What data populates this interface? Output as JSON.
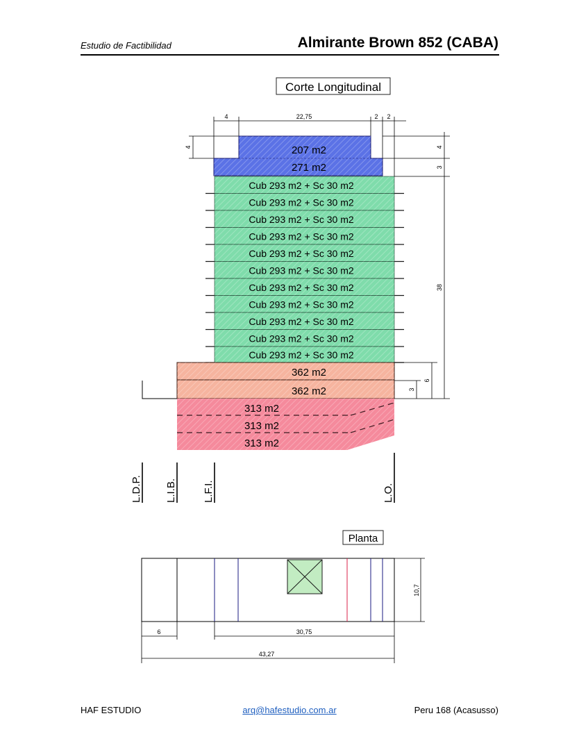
{
  "header": {
    "subtitle": "Estudio de Factibilidad",
    "title": "Almirante Brown 852 (CABA)"
  },
  "section": {
    "title": "Corte Longitudinal",
    "top_dims": [
      "4",
      "22,75",
      "2",
      "2"
    ],
    "right_dims": [
      "4",
      "3",
      "38",
      "6",
      "3"
    ],
    "left_dim": "4",
    "penthouse": [
      "207 m2",
      "271 m2"
    ],
    "typical_floor": "Cub 293 m2 + Sc 30 m2",
    "ground_floors": [
      "362 m2",
      "362 m2"
    ],
    "basements": [
      "313 m2",
      "313 m2",
      "313 m2"
    ],
    "lines": [
      "L.D.P.",
      "L.I.B.",
      "L.F.I.",
      "L.O."
    ]
  },
  "plan": {
    "title": "Planta",
    "dims": [
      "6",
      "30,75",
      "43,27",
      "10,7"
    ]
  },
  "footer": {
    "left": "HAF ESTUDIO",
    "email": "arq@hafestudio.com.ar",
    "right": "Peru 168 (Acasusso)"
  },
  "colors": {
    "penthouse": "#5b72e6",
    "typical": "#7fdcab",
    "ground": "#f6b49f",
    "basement": "#f58a9c",
    "plan_core": "#c2ecc2"
  }
}
